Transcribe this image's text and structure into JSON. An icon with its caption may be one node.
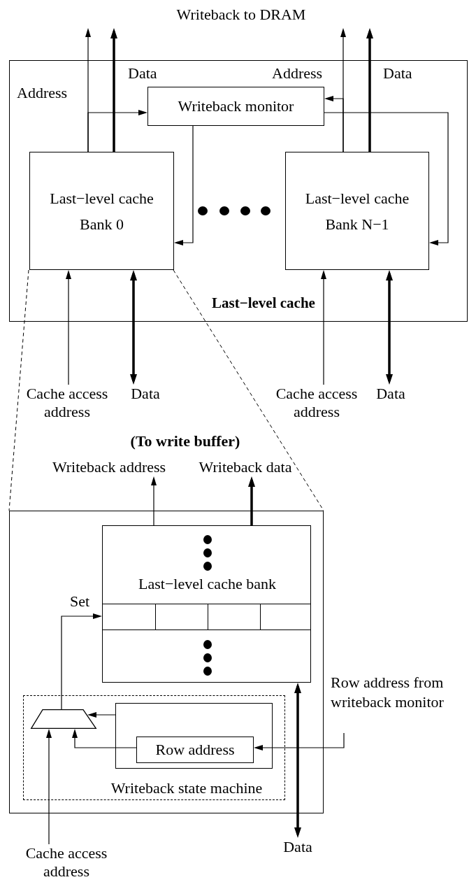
{
  "diagram": {
    "nodes": [
      {
        "text": [
          "Last−level cache"
        ]
      },
      {
        "text": [
          "Writeback monitor"
        ],
        "in": 0
      },
      {
        "text": [
          "Last−level cache Bank 0"
        ],
        "in": 0
      },
      {
        "text": [
          "Last−level cache Bank N−1"
        ],
        "in": 0
      },
      {
        "text": [
          "Cache access address"
        ]
      },
      {
        "text": [
          "Data"
        ]
      },
      {
        "text": [
          "Cache access address"
        ]
      },
      {
        "text": [
          "Data"
        ]
      },
      {
        "text": [
          "Writeback address"
        ]
      },
      {
        "text": [
          "Writeback data"
        ]
      },
      {
        "text": [],
        "shape": "box"
      },
      {
        "text": [
          "Last−level cache bank"
        ],
        "in": 10
      },
      {
        "text": [
          "Writeback state machine"
        ],
        "in": 10
      },
      {
        "text": [],
        "shape": "trapezoid",
        "in": 12
      },
      {
        "text": [],
        "shape": "box",
        "in": 12
      },
      {
        "text": [
          "Row address"
        ],
        "in": 14
      },
      {
        "text": [
          "Row address from writeback monitor"
        ]
      },
      {
        "text": [
          "Cache access address"
        ]
      },
      {
        "text": [
          "Data"
        ]
      }
    ],
    "edges": [
      {
        "from": 2,
        "to": null,
        "arrow": "to",
        "label": "Address"
      },
      {
        "from": 2,
        "to": null,
        "arrow": "to",
        "label": "Data",
        "style": "thick"
      },
      {
        "from": 2,
        "to": 1,
        "arrow": "to"
      },
      {
        "from": 3,
        "to": null,
        "arrow": "to",
        "label": "Address"
      },
      {
        "from": 3,
        "to": null,
        "arrow": "to",
        "label": "Data",
        "style": "thick"
      },
      {
        "from": 3,
        "to": 1,
        "arrow": "to"
      },
      {
        "from": 1,
        "to": 2,
        "arrow": "to"
      },
      {
        "from": 1,
        "to": 3,
        "arrow": "to"
      },
      {
        "from": 4,
        "to": 2,
        "arrow": "to"
      },
      {
        "from": 2,
        "to": 5,
        "arrow": "both",
        "style": "thick"
      },
      {
        "from": 6,
        "to": 3,
        "arrow": "to"
      },
      {
        "from": 3,
        "to": 7,
        "arrow": "both",
        "style": "thick"
      },
      {
        "from": 2,
        "to": 10,
        "arrow": "none",
        "style": "dashed"
      },
      {
        "from": 2,
        "to": 10,
        "arrow": "none",
        "style": "dashed"
      },
      {
        "from": 11,
        "to": 8,
        "arrow": "to"
      },
      {
        "from": 11,
        "to": 9,
        "arrow": "to",
        "style": "thick"
      },
      {
        "from": 13,
        "to": 11,
        "arrow": "to",
        "label": "Set"
      },
      {
        "from": 14,
        "to": 13,
        "arrow": "to"
      },
      {
        "from": 15,
        "to": 13,
        "arrow": "to"
      },
      {
        "from": 16,
        "to": 15,
        "arrow": "to"
      },
      {
        "from": 17,
        "to": 13,
        "arrow": "to"
      },
      {
        "from": 11,
        "to": 18,
        "arrow": "both",
        "style": "thick"
      }
    ],
    "labels": [
      "Writeback to DRAM",
      "(To write buffer)"
    ]
  }
}
